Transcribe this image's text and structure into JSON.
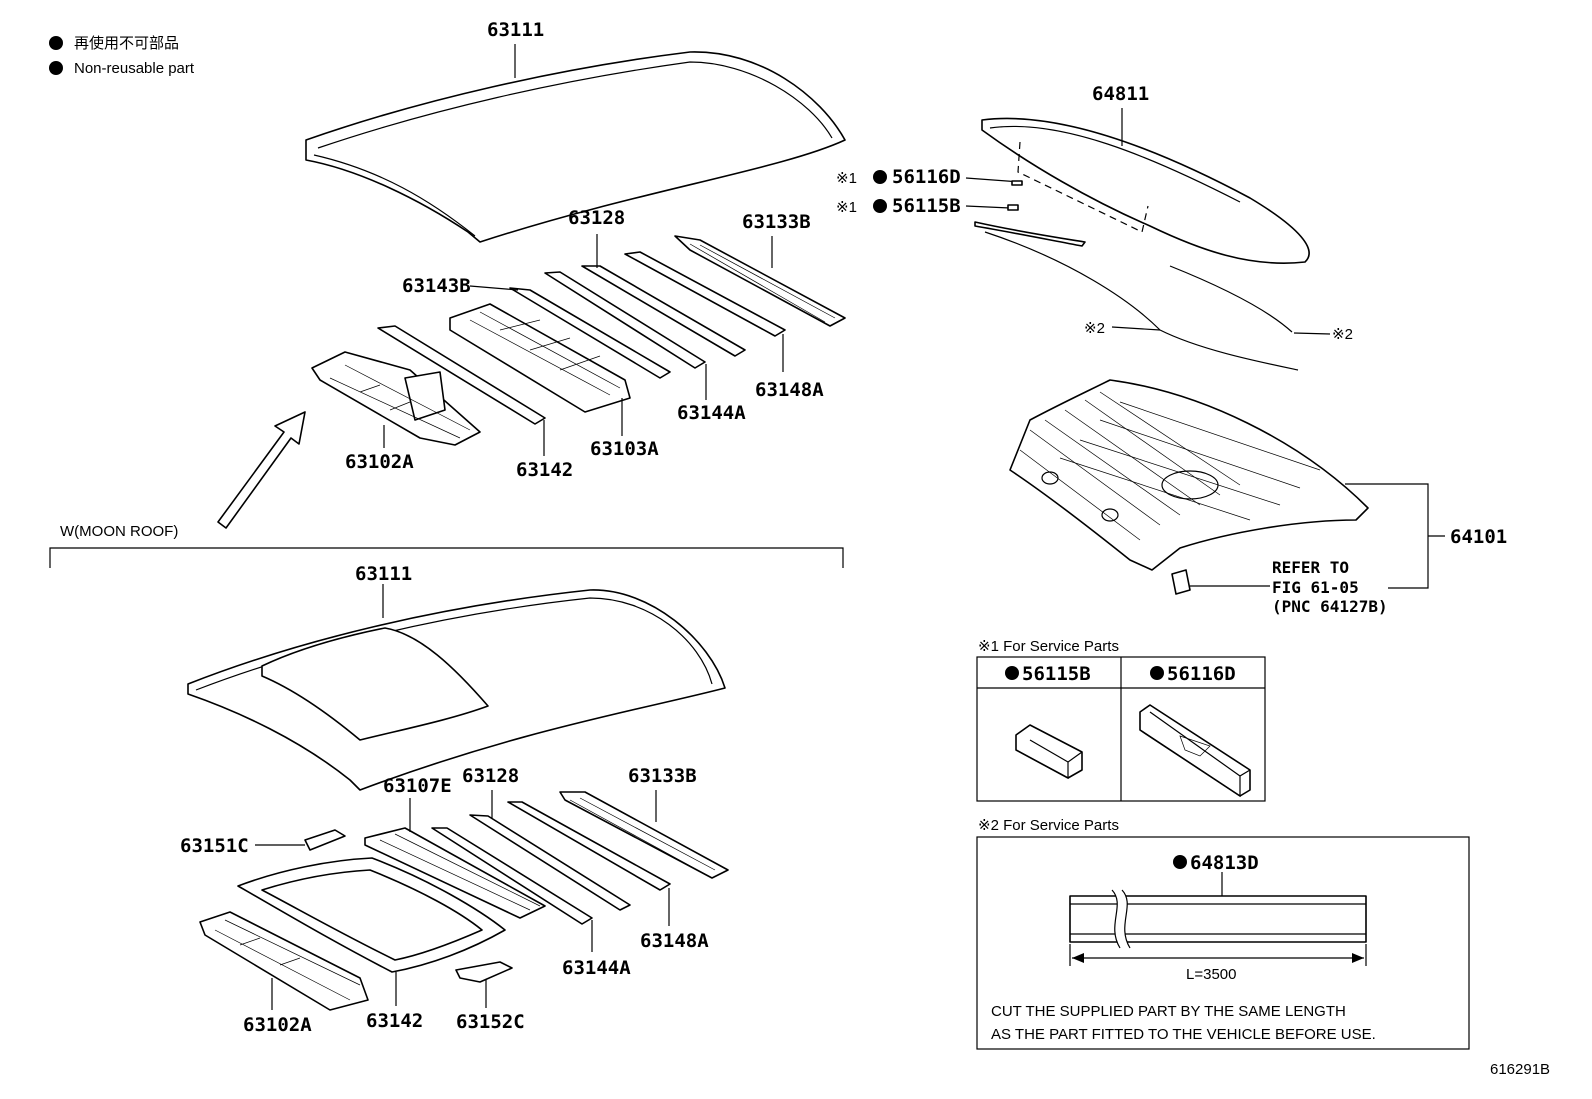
{
  "legend": {
    "jp_label": "再使用不可部品",
    "en_label": "Non-reusable part"
  },
  "section_label": "W(MOON ROOF)",
  "upper_parts": {
    "roof": "63111",
    "p63128": "63128",
    "p63133B": "63133B",
    "p63143B": "63143B",
    "p63102A": "63102A",
    "p63142": "63142",
    "p63103A": "63103A",
    "p63144A": "63144A",
    "p63148A": "63148A"
  },
  "lower_parts": {
    "roof": "63111",
    "p63107E": "63107E",
    "p63128": "63128",
    "p63133B": "63133B",
    "p63151C": "63151C",
    "p63144A": "63144A",
    "p63148A": "63148A",
    "p63102A": "63102A",
    "p63142": "63142",
    "p63152C": "63152C"
  },
  "rear": {
    "window": "64811",
    "mark1": "※1",
    "mark2": "※2",
    "spacer_d": "56116D",
    "spacer_b": "56115B",
    "panel": "64101",
    "refer_line1": "REFER TO",
    "refer_line2": "FIG 61-05",
    "refer_line3": "(PNC 64127B)"
  },
  "service1": {
    "title": "※1 For Service Parts",
    "col1": "56115B",
    "col2": "56116D"
  },
  "service2": {
    "title": "※2 For Service Parts",
    "part": "64813D",
    "length": "L=3500",
    "note_line1": "CUT THE SUPPLIED PART BY THE SAME LENGTH",
    "note_line2": "AS THE PART FITTED TO THE VEHICLE BEFORE USE."
  },
  "figure_id": "616291B"
}
